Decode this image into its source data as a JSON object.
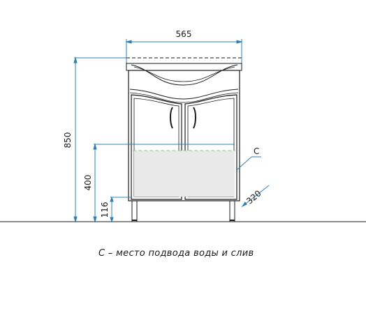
{
  "dimensions": {
    "width": "565",
    "total_height": "850",
    "zone_height": "400",
    "leg_height": "116",
    "depth": "320"
  },
  "zone_label": "C",
  "caption": "С – место подвода воды и слив",
  "colors": {
    "dimension_lines": "#2e7fb3",
    "outline": "#1a1a1a",
    "zone_fill": "#e9e9e9",
    "zone_top_dashed": "#8fd18f"
  }
}
